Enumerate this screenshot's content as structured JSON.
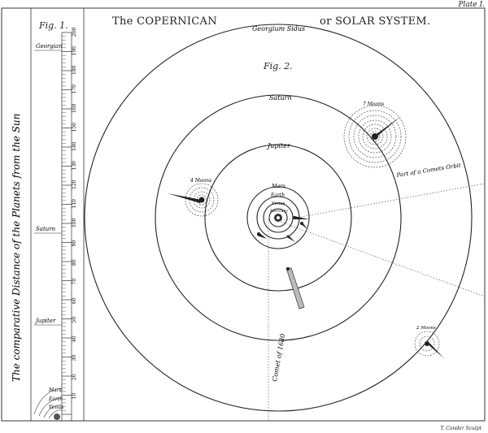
{
  "plate_label": "Plate I.",
  "title_left": "The COPERNICAN",
  "title_right": "or SOLAR SYSTEM.",
  "fig1_label": "Fig. 1.",
  "fig2_label": "Fig. 2.",
  "vertical_caption": "The comparative Distance of the Planets from the Sun",
  "engraver": "T. Conder Sculpt",
  "orbits": {
    "georgium": "Georgium Sidus",
    "saturn": "Saturn",
    "jupiter": "Jupiter",
    "mars": "Mars",
    "earth": "Earth",
    "venus": "Venus",
    "mercury": "Mercury"
  },
  "moons": {
    "saturn": "7 Moons",
    "jupiter": "4 Moons",
    "georgium": "2 Moons"
  },
  "comet_orbit_label": "Part of a Comets Orbit",
  "comet_label": "Comet of 1680",
  "scale_labels": {
    "georgian": "Georgian",
    "saturn": "Saturn",
    "jupiter": "Jupiter",
    "mars": "Mars",
    "earth": "Earth",
    "venus": "Venus"
  },
  "scale_ticks": [
    "200",
    "190",
    "180",
    "170",
    "160",
    "150",
    "140",
    "130",
    "120",
    "110",
    "100",
    "90",
    "80",
    "70",
    "60",
    "50",
    "40",
    "30",
    "20",
    "10"
  ]
}
